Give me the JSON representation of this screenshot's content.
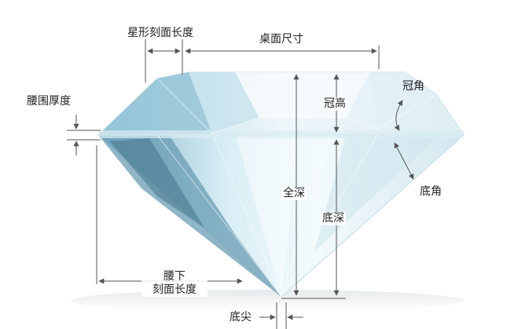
{
  "labels": {
    "star_facet_length": "星形刻面长度",
    "table_size": "桌面尺寸",
    "girdle_thickness": "腰围厚度",
    "crown_height": "冠高",
    "crown_angle": "冠角",
    "total_depth": "全深",
    "pavilion_angle": "底角",
    "pavilion_depth": "底深",
    "lower_girdle_line1": "腰下",
    "lower_girdle_line2": "刻面长度",
    "culet": "底尖"
  },
  "colors": {
    "diamond_light": "#eaf4f8",
    "diamond_mid": "#b9dbe8",
    "diamond_dark": "#5b8ea6",
    "line": "#555555",
    "text": "#222222"
  }
}
